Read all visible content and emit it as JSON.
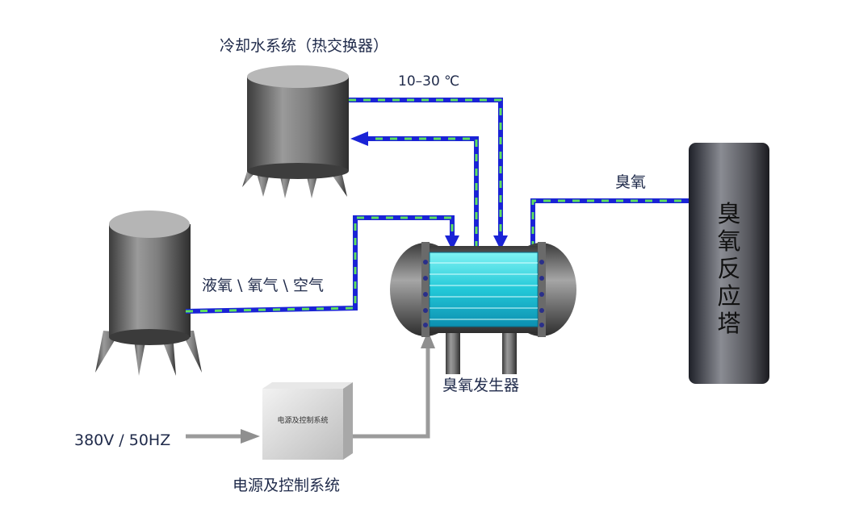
{
  "labels": {
    "cooling": "冷却水系统（热交换器）",
    "temp": "10–30 ℃",
    "ozone_out": "臭氧",
    "gas_source": "液氧 \\ 氧气 \\ 空气",
    "generator": "臭氧发生器",
    "power_input": "380V / 50HZ",
    "power_system": "电源及控制系统",
    "box_face": "电源及控制系统",
    "tower": [
      "臭",
      "氧",
      "反",
      "应",
      "塔"
    ]
  }
}
